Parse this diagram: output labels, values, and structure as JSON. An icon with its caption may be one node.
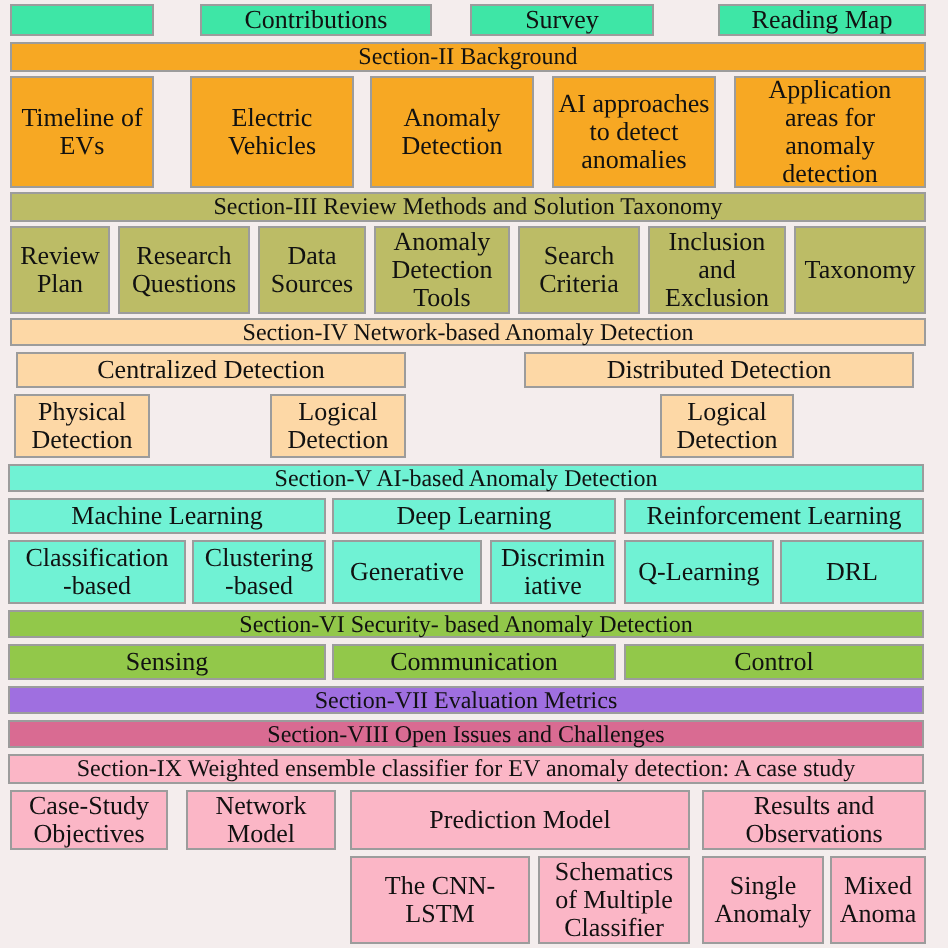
{
  "diagram": {
    "nodes": [
      {
        "text": [],
        "shape": "box"
      },
      {
        "text": [
          "Contributions"
        ]
      },
      {
        "text": [
          "Survey"
        ]
      },
      {
        "text": [
          "Reading Map"
        ]
      },
      {
        "text": [
          "Section-II Background"
        ]
      },
      {
        "text": [
          "Timeline of EVs"
        ]
      },
      {
        "text": [
          "Electric Vehicles"
        ]
      },
      {
        "text": [
          "Anomaly Detection"
        ]
      },
      {
        "text": [
          "AI approaches to detect anomalies"
        ]
      },
      {
        "text": [
          "Application areas for anomaly detection"
        ]
      },
      {
        "text": [
          "Section-III Review Methods and Solution Taxonomy"
        ]
      },
      {
        "text": [
          "Review Plan"
        ]
      },
      {
        "text": [
          "Research Questions"
        ]
      },
      {
        "text": [
          "Data Sources"
        ]
      },
      {
        "text": [
          "Anomaly Detection Tools"
        ]
      },
      {
        "text": [
          "Search Criteria"
        ]
      },
      {
        "text": [
          "Inclusion and Exclusion"
        ]
      },
      {
        "text": [
          "Taxonomy"
        ]
      },
      {
        "text": [
          "Section-IV Network-based Anomaly Detection"
        ]
      },
      {
        "text": [
          "Centralized Detection"
        ]
      },
      {
        "text": [
          "Distributed Detection"
        ]
      },
      {
        "text": [
          "Physical Detection"
        ]
      },
      {
        "text": [
          "Logical Detection"
        ]
      },
      {
        "text": [
          "Logical Detection"
        ]
      },
      {
        "text": [
          "Section-V AI-based Anomaly Detection"
        ]
      },
      {
        "text": [
          "Machine Learning"
        ]
      },
      {
        "text": [
          "Deep Learning"
        ]
      },
      {
        "text": [
          "Reinforcement Learning"
        ]
      },
      {
        "text": [
          "Classification -based"
        ]
      },
      {
        "text": [
          "Clustering -based"
        ]
      },
      {
        "text": [
          "Generative"
        ]
      },
      {
        "text": [
          "Discrimin iative"
        ]
      },
      {
        "text": [
          "Q-Learning"
        ]
      },
      {
        "text": [
          "DRL"
        ]
      },
      {
        "text": [
          "Section-VI Security- based Anomaly Detection"
        ]
      },
      {
        "text": [
          "Sensing"
        ]
      },
      {
        "text": [
          "Communication"
        ]
      },
      {
        "text": [
          "Control"
        ]
      },
      {
        "text": [
          "Section-VII Evaluation Metrics"
        ]
      },
      {
        "text": [
          "Section-VIII Open Issues and Challenges"
        ]
      },
      {
        "text": [
          "Section-IX Weighted ensemble classifier for EV anomaly detection: A case study"
        ]
      },
      {
        "text": [
          "Case-Study Objectives"
        ]
      },
      {
        "text": [
          "Network Model"
        ]
      },
      {
        "text": [
          "Prediction Model"
        ]
      },
      {
        "text": [
          "Results and Observations"
        ]
      },
      {
        "text": [
          "The CNN- LSTM"
        ]
      },
      {
        "text": [
          "Schematics of Multiple Classifier"
        ]
      },
      {
        "text": [
          "Single Anomaly"
        ]
      },
      {
        "text": [
          "Mixed Anoma"
        ]
      }
    ]
  }
}
